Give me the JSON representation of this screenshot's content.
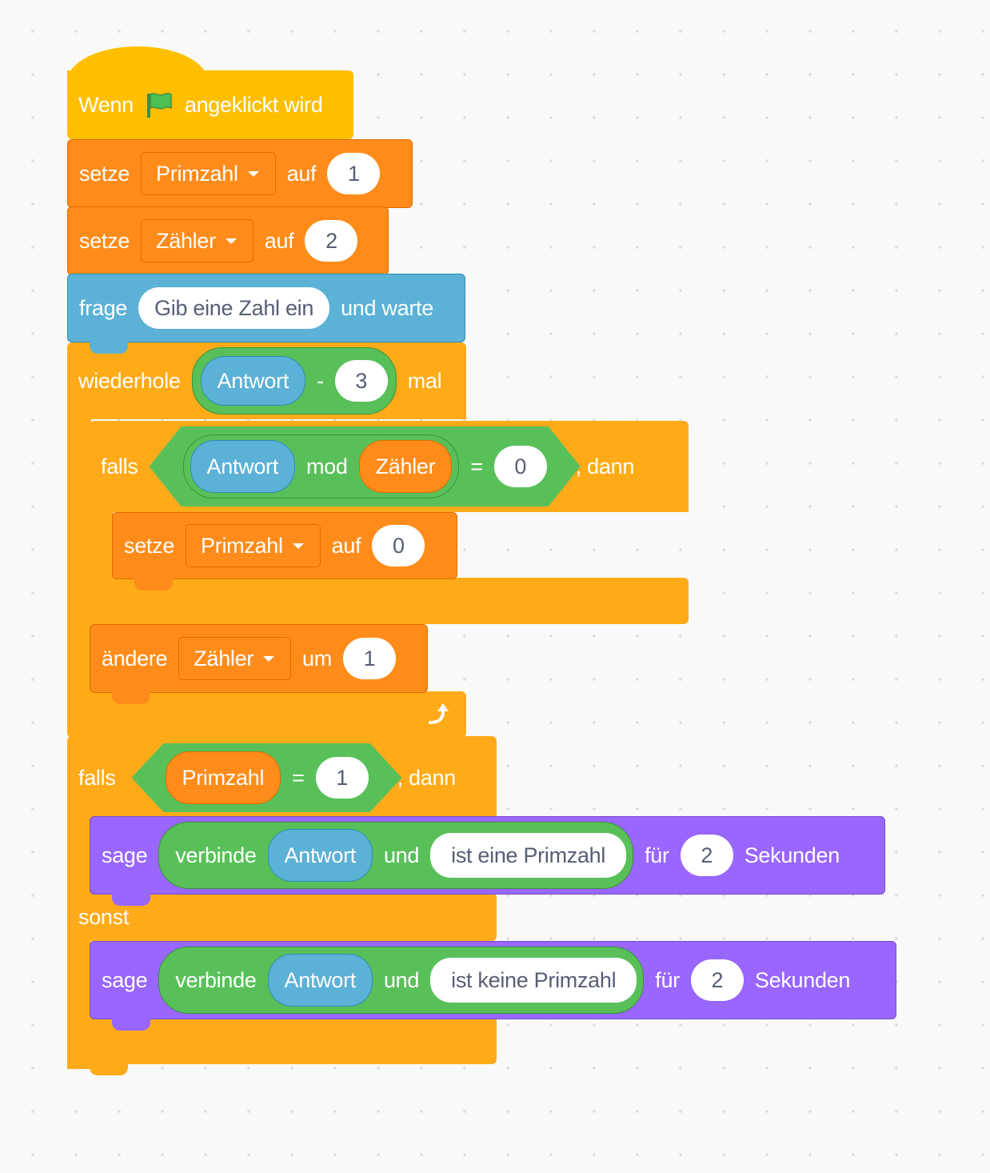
{
  "script": {
    "when_flag": {
      "prefix": "Wenn",
      "suffix": "angeklickt wird",
      "icon": "green-flag-icon",
      "flag_color": "#4CBF56"
    },
    "set_prime_1": {
      "label": "setze",
      "variable": "Primzahl",
      "to": "auf",
      "value": "1"
    },
    "set_counter_2": {
      "label": "setze",
      "variable": "Zähler",
      "to": "auf",
      "value": "2"
    },
    "ask": {
      "label": "frage",
      "question": "Gib eine Zahl ein",
      "suffix": "und warte"
    },
    "repeat": {
      "label": "wiederhole",
      "reporter": "Antwort",
      "operator": "-",
      "operand": "3",
      "suffix": "mal",
      "icon": "loop-arrow-icon"
    },
    "if_mod": {
      "label": "falls",
      "reporter_left": "Antwort",
      "mod_label": "mod",
      "reporter_right": "Zähler",
      "equals": "=",
      "value": "0",
      "then": ", dann"
    },
    "set_prime_0": {
      "label": "setze",
      "variable": "Primzahl",
      "to": "auf",
      "value": "0"
    },
    "change_counter": {
      "label": "ändere",
      "variable": "Zähler",
      "by": "um",
      "value": "1"
    },
    "if_prime": {
      "label": "falls",
      "reporter": "Primzahl",
      "equals": "=",
      "value": "1",
      "then": ", dann",
      "else_label": "sonst"
    },
    "say_prime": {
      "label": "sage",
      "join_label": "verbinde",
      "reporter": "Antwort",
      "and_label": "und",
      "text": "ist eine Primzahl",
      "for_label": "für",
      "seconds_value": "2",
      "seconds_label": "Sekunden"
    },
    "say_not_prime": {
      "label": "sage",
      "join_label": "verbinde",
      "reporter": "Antwort",
      "and_label": "und",
      "text": "ist keine Primzahl",
      "for_label": "für",
      "seconds_value": "2",
      "seconds_label": "Sekunden"
    }
  },
  "colors": {
    "events": "#FFBF00",
    "variables": "#FF8C1A",
    "sensing": "#5CB1D6",
    "control": "#FFAB19",
    "operators": "#59C059",
    "looks": "#9966FF"
  }
}
